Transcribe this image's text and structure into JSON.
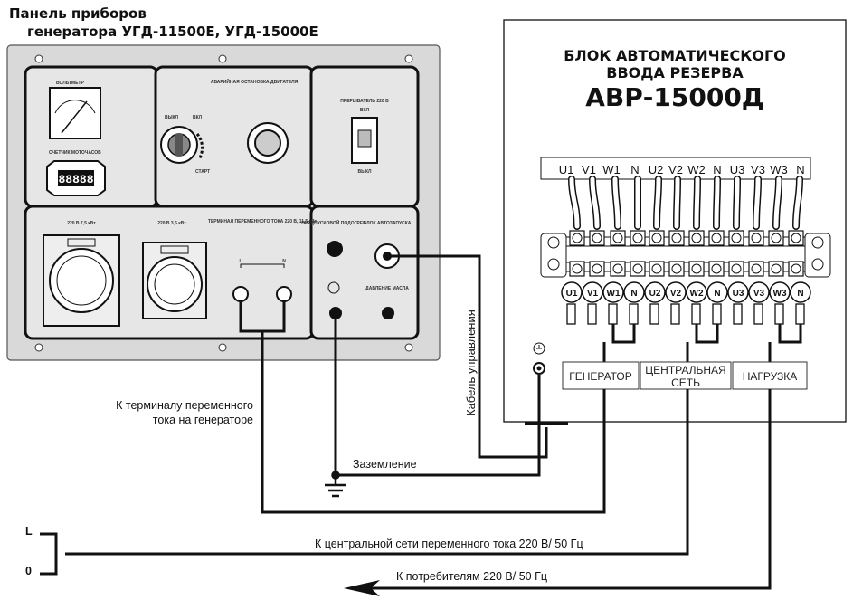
{
  "panel": {
    "title_line1": "Панель приборов",
    "title_line2": "генератора УГД-11500Е, УГД-15000Е",
    "voltmeter_label": "ВОЛЬТМЕТР",
    "hour_meter_label": "СЧЕТЧИК МОТОЧАСОВ",
    "hour_meter_value": "88888",
    "emergency_stop_label": "АВАРИЙНАЯ ОСТАНОВКА ДВИГАТЕЛЯ",
    "key_off": "ВЫКЛ",
    "key_on": "ВКЛ",
    "key_start": "СТАРТ",
    "breaker_label": "ПРЕРЫВАТЕЛЬ 220 В",
    "breaker_on": "ВКЛ",
    "breaker_off": "ВЫКЛ",
    "socket1_label": "220 В 7,5 кВт",
    "socket2_label": "220 В 3,5 кВт",
    "ac_terminal_label": "ТЕРМИНАЛ ПЕРЕМЕННОГО ТОКА 220 В, 11,5 кВт",
    "term_L": "L",
    "term_N": "N",
    "preheat_label": "ПРЕДПУСКОВОЙ ПОДОГРЕВ",
    "auto_start_label": "БЛОК АВТОЗАПУСКА",
    "oil_pressure_label": "ДАВЛЕНИЕ МАСЛА"
  },
  "ats": {
    "title_line1": "БЛОК АВТОМАТИЧЕСКОГО",
    "title_line2": "ВВОДА РЕЗЕРВА",
    "model": "АВР-15000Д",
    "terminals": [
      "U1",
      "V1",
      "W1",
      "N",
      "U2",
      "V2",
      "W2",
      "N",
      "U3",
      "V3",
      "W3",
      "N"
    ],
    "group_generator": "ГЕНЕРАТОР",
    "group_mains_line1": "ЦЕНТРАЛЬНАЯ",
    "group_mains_line2": "СЕТЬ",
    "group_load": "НАГРУЗКА"
  },
  "annotations": {
    "ac_terminal_note_line1": "К терминалу переменного",
    "ac_terminal_note_line2": "тока на генераторе",
    "control_cable": "Кабель управления",
    "ground": "Заземление",
    "mains_note": "К центральной сети переменного тока 220 В/ 50 Гц",
    "consumers_note": "К потребителям 220 В/ 50 Гц",
    "line_L": "L",
    "line_0": "0"
  }
}
